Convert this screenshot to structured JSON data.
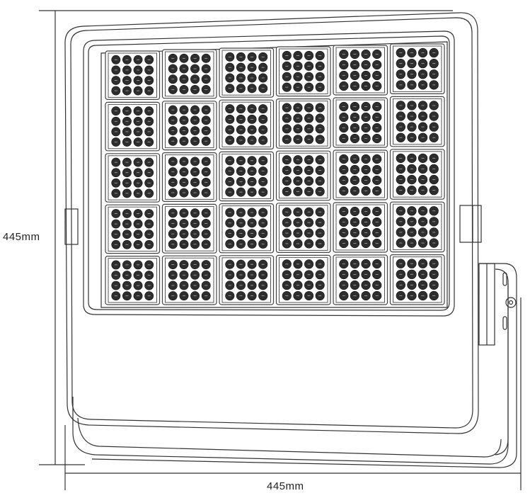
{
  "drawing": {
    "height_label": "445mm",
    "width_label": "445mm",
    "module_grid": {
      "columns": 6,
      "rows": 5,
      "leds_per_side": 4
    }
  }
}
